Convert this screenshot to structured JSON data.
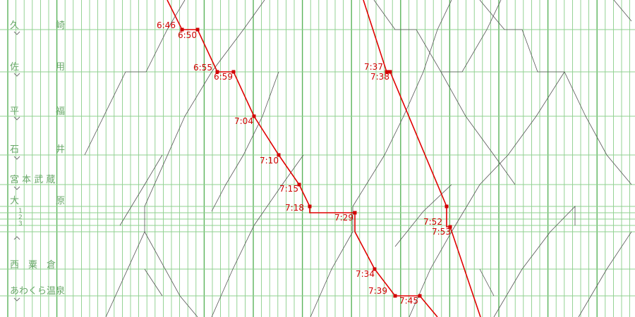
{
  "stations": [
    {
      "name": "久　　　　崎",
      "icon": "chevron-down-icon"
    },
    {
      "name": "佐　　　　用",
      "icon": "chevron-down-icon"
    },
    {
      "name": "平　　　　福",
      "icon": "chevron-down-icon"
    },
    {
      "name": "石　　　　井",
      "icon": "chevron-down-icon"
    },
    {
      "name": "宮 本 武 蔵",
      "icon": ""
    },
    {
      "name": "大　　　　原",
      "icon": ""
    },
    {
      "name": "西　粟　倉",
      "icon": ""
    },
    {
      "name": "あわくら温泉",
      "icon": "chevron-down-icon"
    }
  ],
  "track_labels": [
    "1",
    "2",
    "3"
  ],
  "up_chevron_icon": "chevron-up-icon",
  "highlight_times": [
    "6:46",
    "6:50",
    "6:55",
    "6:59",
    "7:04",
    "7:10",
    "7:15",
    "7:18",
    "7:29",
    "7:34",
    "7:39",
    "7:45",
    "7:37",
    "7:38",
    "7:52",
    "7:53"
  ],
  "colors": {
    "highlight": "#e00000",
    "grid": "#7cc87c",
    "label": "#6aa86a",
    "other_trains": "#555555"
  }
}
